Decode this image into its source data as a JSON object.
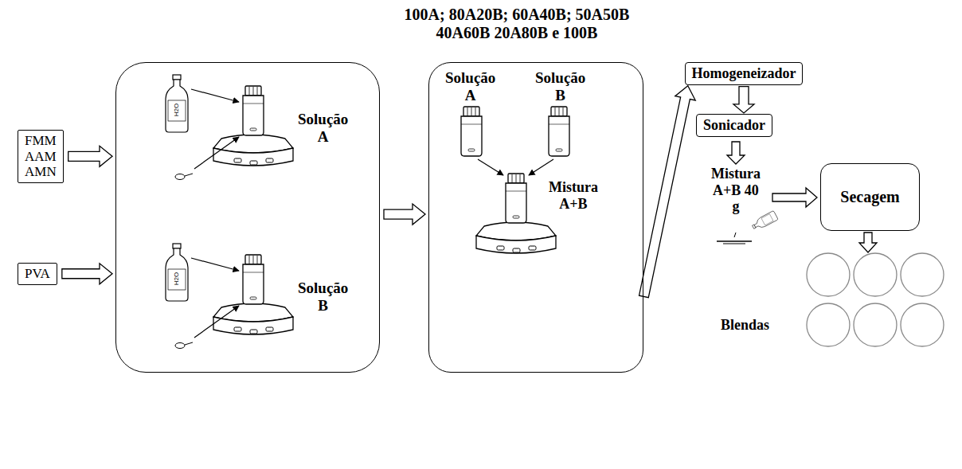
{
  "diagram": {
    "nodes": [
      {
        "text": [
          "FMM AAM AMN"
        ]
      },
      {
        "text": [
          "PVA"
        ]
      },
      {
        "text": [
          "Solução A",
          "Solução B"
        ]
      },
      {
        "text": [
          "100A; 80A20B; 60A40B; 50A50B 40A60B 20A80B e 100B",
          "Solução A",
          "Solução B",
          "Mistura A+B"
        ]
      },
      {
        "text": [
          "Homogeneizador"
        ]
      },
      {
        "text": [
          "Sonicador"
        ]
      },
      {
        "text": [
          "Secagem"
        ]
      }
    ],
    "edges": [
      {
        "from": 0,
        "to": 2,
        "arrow": "to"
      },
      {
        "from": 1,
        "to": 2,
        "arrow": "to"
      },
      {
        "from": 2,
        "to": 3,
        "arrow": "to"
      },
      {
        "from": 3,
        "to": 4,
        "arrow": "to"
      },
      {
        "from": 4,
        "to": 5,
        "arrow": "to"
      }
    ],
    "labels": [
      "H2O",
      "H2O",
      "Mistura A+B 40 g",
      "Blendas"
    ]
  }
}
